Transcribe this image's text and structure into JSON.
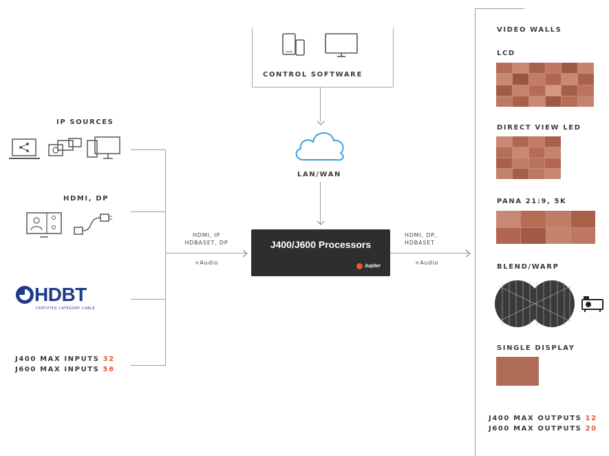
{
  "control": {
    "label": "CONTROL SOFTWARE"
  },
  "network": {
    "label": "LAN/WAN"
  },
  "inputs": {
    "ip_sources": "IP SOURCES",
    "hdmi_dp": "HDMI, DP",
    "hdbt_logo": "HDBT",
    "hdbt_sub": "CERTIFIED CATEGORY CABLE",
    "max_rows": [
      {
        "label": "J400 MAX INPUTS ",
        "value": "32"
      },
      {
        "label": "J600 MAX INPUTS ",
        "value": "56"
      }
    ]
  },
  "in_link": {
    "line1": "HDMI, IP",
    "line2": "HDBASET, DP",
    "audio": "+Audio"
  },
  "processor": {
    "title": "J400/J600 Processors",
    "brand": "Jupiter"
  },
  "out_link": {
    "line1": "HDMI, DP,",
    "line2": "HDBASET",
    "audio": "+Audio"
  },
  "outputs": {
    "title": "VIDEO WALLS",
    "lcd": "LCD",
    "dvled": "DIRECT VIEW LED",
    "pana": "PANA 21:9, 5K",
    "blend": "BLEND/WARP",
    "single": "SINGLE DISPLAY",
    "max_rows": [
      {
        "label": "J400 MAX OUTPUTS ",
        "value": "12"
      },
      {
        "label": "J600 MAX OUTPUTS ",
        "value": "20"
      }
    ]
  },
  "colors": {
    "accent": "#e8552f",
    "processor": "#2e2e2e",
    "cloud": "#3aa0d8",
    "tile": "#b46a52"
  }
}
